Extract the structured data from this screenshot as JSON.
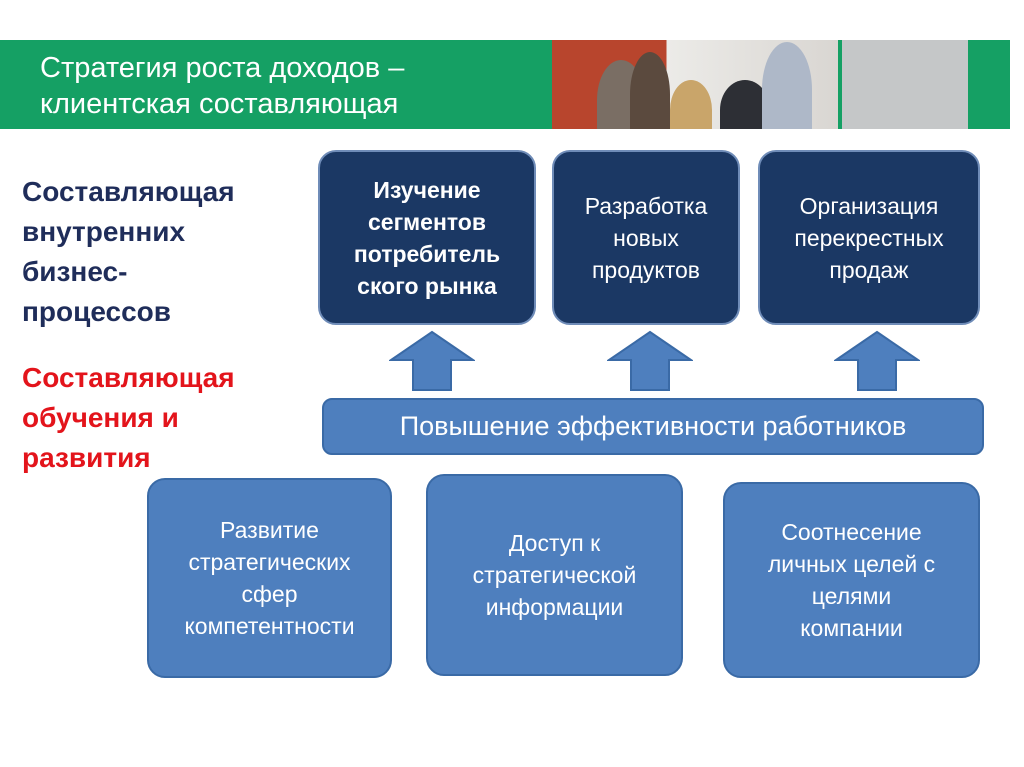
{
  "header": {
    "title_line1": "Стратегия роста доходов –",
    "title_line2": "клиентская составляющая"
  },
  "side_labels": {
    "internal": [
      "Составляющая",
      "внутренних",
      "бизнес-",
      "процессов"
    ],
    "learning": [
      "Составляющая",
      "обучения и",
      "развития"
    ]
  },
  "top_boxes": [
    {
      "lines": [
        "Изучение",
        "сегментов",
        "потребитель",
        "ского рынка"
      ]
    },
    {
      "lines": [
        "Разработка",
        "новых",
        "продуктов"
      ]
    },
    {
      "lines": [
        "Организация",
        "перекрестных",
        "продаж"
      ]
    }
  ],
  "center_bar": "Повышение эффективности работников",
  "bottom_boxes": [
    {
      "lines": [
        "Развитие",
        "стратегических",
        "сфер",
        "компетентности"
      ]
    },
    {
      "lines": [
        "Доступ к",
        "стратегической",
        "информации"
      ]
    },
    {
      "lines": [
        "Соотнесение",
        "личных целей с",
        "целями",
        "компании"
      ]
    }
  ],
  "colors": {
    "green": "#15a064",
    "navy": "#1b3864",
    "blue": "#4e7fbe",
    "red": "#e3141b"
  }
}
